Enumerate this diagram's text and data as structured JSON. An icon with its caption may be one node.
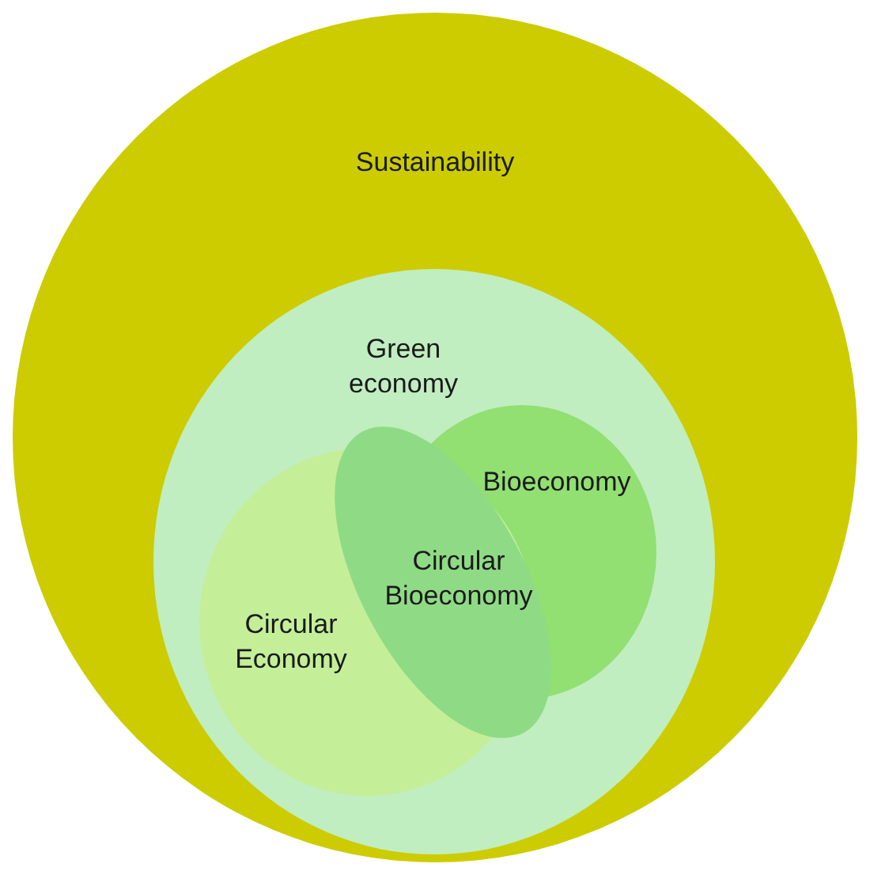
{
  "diagram": {
    "nodes": [
      {
        "text": [
          "Sustainability"
        ]
      },
      {
        "text": [
          "Green economy"
        ],
        "in": 0
      },
      {
        "text": [
          "Bioeconomy"
        ],
        "in": 1
      },
      {
        "text": [
          "Circular Bioeconomy"
        ],
        "in": 1
      },
      {
        "text": [
          "Circular Economy"
        ],
        "in": 1
      }
    ]
  }
}
